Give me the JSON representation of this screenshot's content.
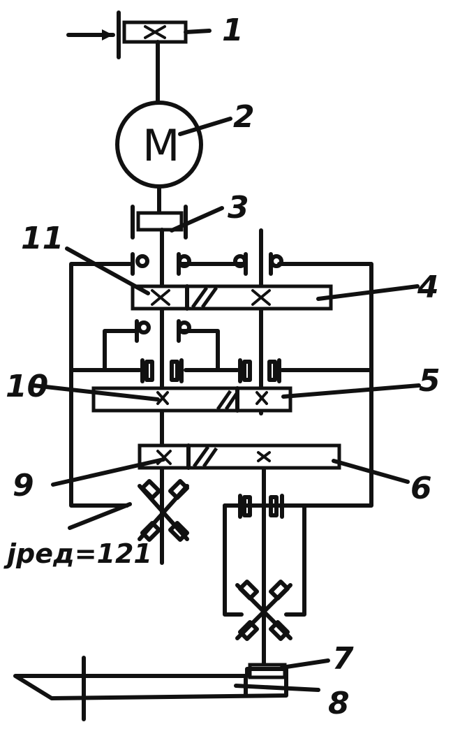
{
  "labels": {
    "l1": "1",
    "l2": "2",
    "l3": "3",
    "l4": "4",
    "l5": "5",
    "l6": "6",
    "l7": "7",
    "l8": "8",
    "l9": "9",
    "l10": "10",
    "l11": "11"
  },
  "motor_symbol": "M",
  "ratio_text": "jред=121"
}
